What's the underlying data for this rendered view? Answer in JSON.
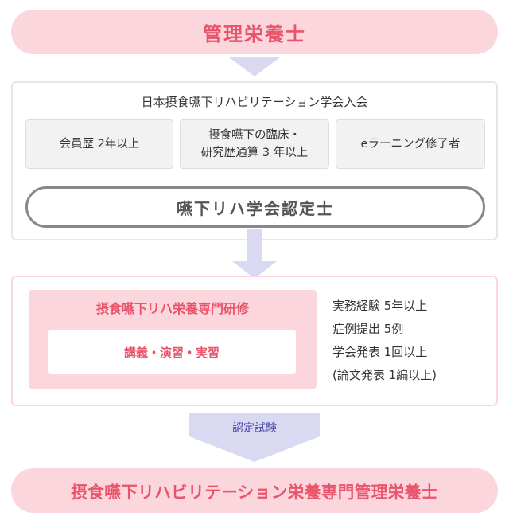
{
  "top_title": "管理栄養士",
  "section1": {
    "title": "日本摂食嚥下リハビリテーション学会入会",
    "requirements": [
      "会員歴 2年以上",
      "摂食嚥下の臨床・\n研究歴通算 3 年以上",
      "eラーニング修了者"
    ],
    "certification": "嚥下リハ学会認定士"
  },
  "section2": {
    "training_title": "摂食嚥下リハ栄養専門研修",
    "training_content": "講義・演習・実習",
    "requirements": [
      "実務経験 5年以上",
      "症例提出 5例",
      "学会発表 1回以上",
      "(論文発表 1編以上)"
    ]
  },
  "exam_label": "認定試験",
  "bottom_title": "摂食嚥下リハビリテーション栄養専門管理栄養士",
  "colors": {
    "pink_bg": "#fbd7dd",
    "pink_text": "#e9546b",
    "arrow": "#d9d9f2",
    "exam_text": "#4b46a8"
  }
}
